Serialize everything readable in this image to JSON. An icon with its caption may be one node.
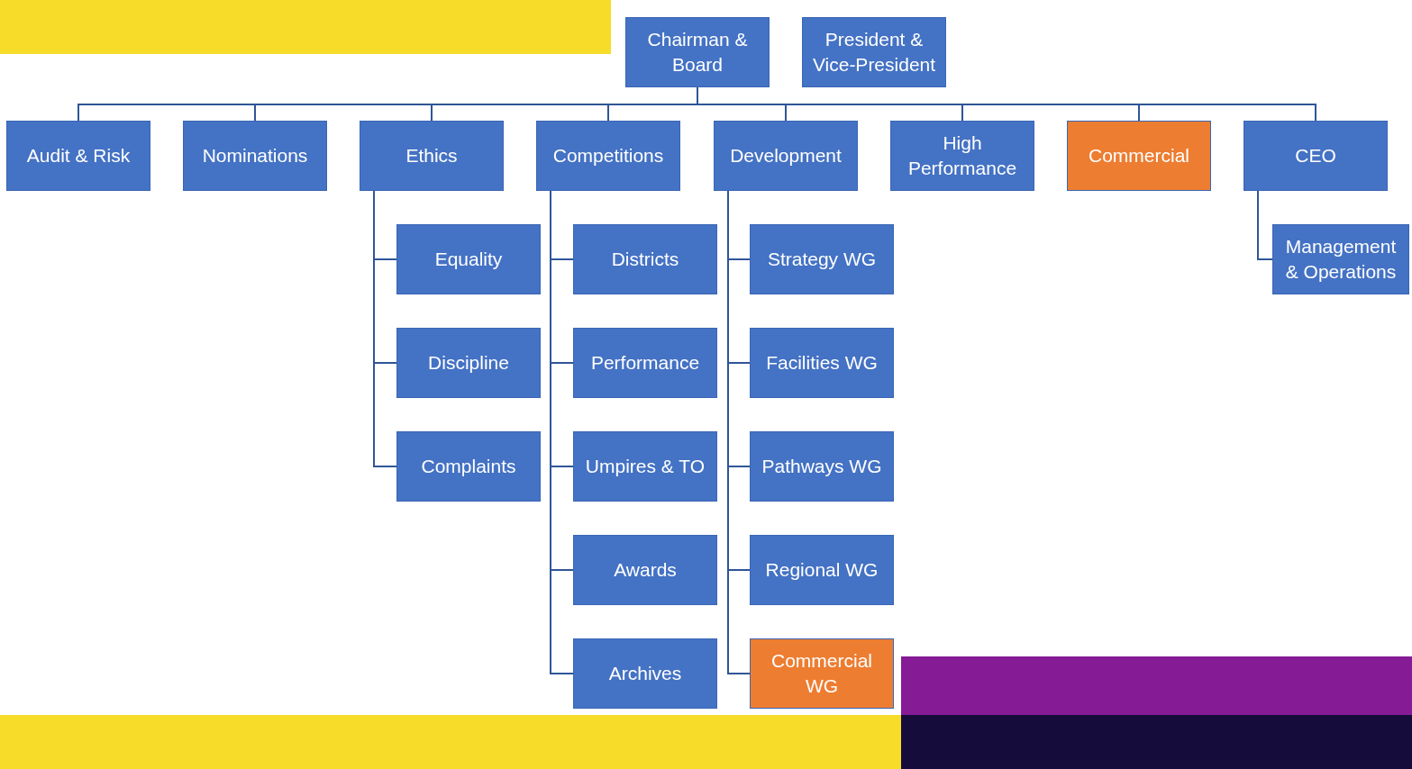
{
  "diagram": {
    "nodes": [
      {
        "text": [
          "Chairman & Board"
        ]
      },
      {
        "text": [
          "President & Vice-President"
        ]
      },
      {
        "text": [
          "Audit & Risk"
        ]
      },
      {
        "text": [
          "Nominations"
        ]
      },
      {
        "text": [
          "Ethics"
        ]
      },
      {
        "text": [
          "Competitions"
        ]
      },
      {
        "text": [
          "Development"
        ]
      },
      {
        "text": [
          "High Performance"
        ]
      },
      {
        "text": [
          "Commercial"
        ]
      },
      {
        "text": [
          "CEO"
        ]
      },
      {
        "text": [
          "Equality"
        ]
      },
      {
        "text": [
          "Discipline"
        ]
      },
      {
        "text": [
          "Complaints"
        ]
      },
      {
        "text": [
          "Districts"
        ]
      },
      {
        "text": [
          "Performance"
        ]
      },
      {
        "text": [
          "Umpires & TO"
        ]
      },
      {
        "text": [
          "Awards"
        ]
      },
      {
        "text": [
          "Archives"
        ]
      },
      {
        "text": [
          "Strategy WG"
        ]
      },
      {
        "text": [
          "Facilities WG"
        ]
      },
      {
        "text": [
          "Pathways WG"
        ]
      },
      {
        "text": [
          "Regional WG"
        ]
      },
      {
        "text": [
          "Commercial WG"
        ]
      },
      {
        "text": [
          "Management & Operations"
        ]
      }
    ],
    "edges": [
      {
        "from": 0,
        "to": 2,
        "arrow": "none"
      },
      {
        "from": 0,
        "to": 3,
        "arrow": "none"
      },
      {
        "from": 0,
        "to": 4,
        "arrow": "none"
      },
      {
        "from": 0,
        "to": 5,
        "arrow": "none"
      },
      {
        "from": 0,
        "to": 6,
        "arrow": "none"
      },
      {
        "from": 0,
        "to": 7,
        "arrow": "none"
      },
      {
        "from": 0,
        "to": 8,
        "arrow": "none"
      },
      {
        "from": 0,
        "to": 9,
        "arrow": "none"
      },
      {
        "from": 4,
        "to": 10,
        "arrow": "none"
      },
      {
        "from": 4,
        "to": 11,
        "arrow": "none"
      },
      {
        "from": 4,
        "to": 12,
        "arrow": "none"
      },
      {
        "from": 5,
        "to": 13,
        "arrow": "none"
      },
      {
        "from": 5,
        "to": 14,
        "arrow": "none"
      },
      {
        "from": 5,
        "to": 15,
        "arrow": "none"
      },
      {
        "from": 5,
        "to": 16,
        "arrow": "none"
      },
      {
        "from": 5,
        "to": 17,
        "arrow": "none"
      },
      {
        "from": 6,
        "to": 18,
        "arrow": "none"
      },
      {
        "from": 6,
        "to": 19,
        "arrow": "none"
      },
      {
        "from": 6,
        "to": 20,
        "arrow": "none"
      },
      {
        "from": 6,
        "to": 21,
        "arrow": "none"
      },
      {
        "from": 6,
        "to": 22,
        "arrow": "none"
      },
      {
        "from": 9,
        "to": 23,
        "arrow": "none"
      }
    ]
  }
}
